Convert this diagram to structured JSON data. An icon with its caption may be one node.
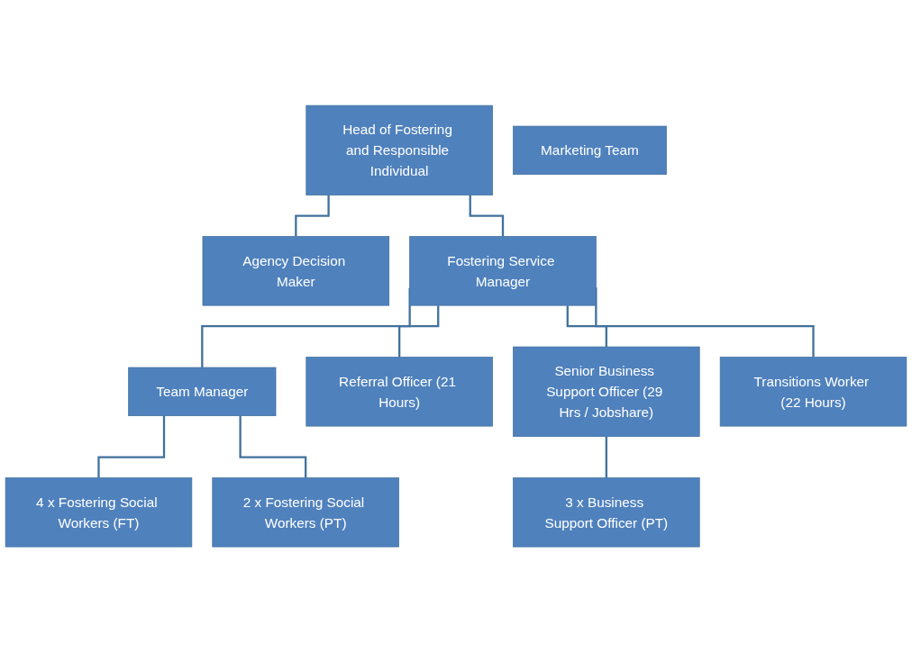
{
  "diagram": {
    "nodes": [
      {
        "text": [
          "Head of Fostering and Responsible Individual"
        ]
      },
      {
        "text": [
          "Marketing Team"
        ]
      },
      {
        "text": [
          "Agency Decision Maker"
        ]
      },
      {
        "text": [
          "Fostering Service Manager"
        ]
      },
      {
        "text": [
          "Team Manager"
        ]
      },
      {
        "text": [
          "Referral Officer (21 Hours)"
        ]
      },
      {
        "text": [
          "Senior Business Support Officer (29 Hrs / Jobshare)"
        ]
      },
      {
        "text": [
          "Transitions Worker (22 Hours)"
        ]
      },
      {
        "text": [
          "4 x Fostering Social Workers (FT)"
        ]
      },
      {
        "text": [
          "3 x Business Support Officer (PT)"
        ]
      },
      {
        "text": [
          "2 x Fostering Social Workers (PT)"
        ]
      }
    ],
    "edges": [
      {
        "from": 0,
        "to": 2,
        "arrow": "none"
      },
      {
        "from": 0,
        "to": 3,
        "arrow": "none"
      },
      {
        "from": 3,
        "to": 4,
        "arrow": "none"
      },
      {
        "from": 3,
        "to": 5,
        "arrow": "none"
      },
      {
        "from": 3,
        "to": 6,
        "arrow": "none"
      },
      {
        "from": 3,
        "to": 7,
        "arrow": "none"
      },
      {
        "from": 4,
        "to": 8,
        "arrow": "none"
      },
      {
        "from": 4,
        "to": 10,
        "arrow": "none"
      },
      {
        "from": 6,
        "to": 9,
        "arrow": "none"
      }
    ]
  }
}
